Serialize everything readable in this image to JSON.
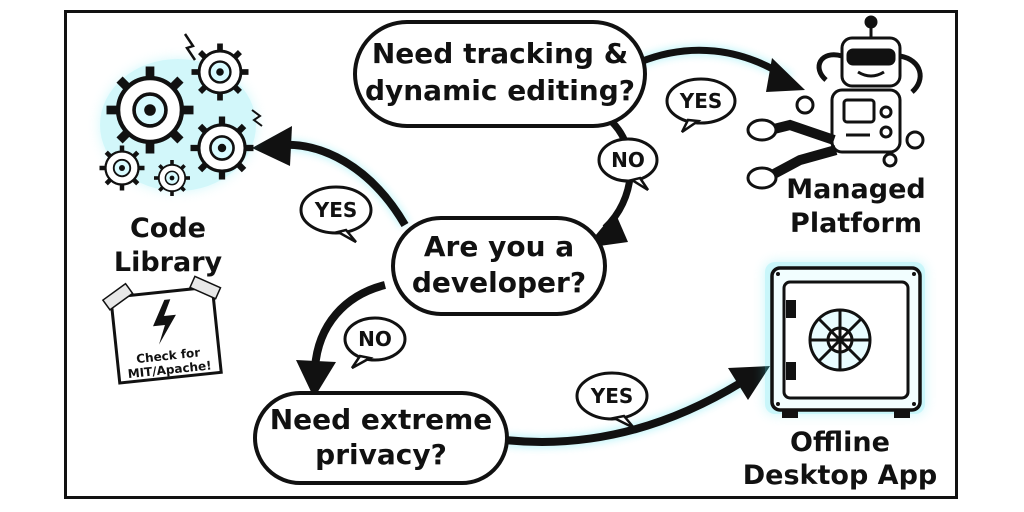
{
  "colors": {
    "ink": "#111111",
    "glow": "#4fe3ef",
    "paper": "#ffffff"
  },
  "questions": {
    "tracking": {
      "line1": "Need tracking &",
      "line2": "dynamic editing?"
    },
    "developer": {
      "line1": "Are you a",
      "line2": "developer?"
    },
    "privacy": {
      "line1": "Need extreme",
      "line2": "privacy?"
    }
  },
  "edges": {
    "tracking_yes": "YES",
    "tracking_no": "NO",
    "developer_yes": "YES",
    "developer_no": "NO",
    "privacy_yes": "YES"
  },
  "destinations": {
    "code_library": {
      "line1": "Code",
      "line2": "Library",
      "icon": "gears-icon"
    },
    "managed_platform": {
      "line1": "Managed",
      "line2": "Platform",
      "icon": "relaxing-robot-icon"
    },
    "offline_app": {
      "line1": "Offline",
      "line2": "Desktop App",
      "icon": "vault-safe-icon"
    }
  },
  "note": {
    "line1": "Check for",
    "line2": "MIT/Apache!",
    "icon": "lightning-bolt-icon"
  }
}
